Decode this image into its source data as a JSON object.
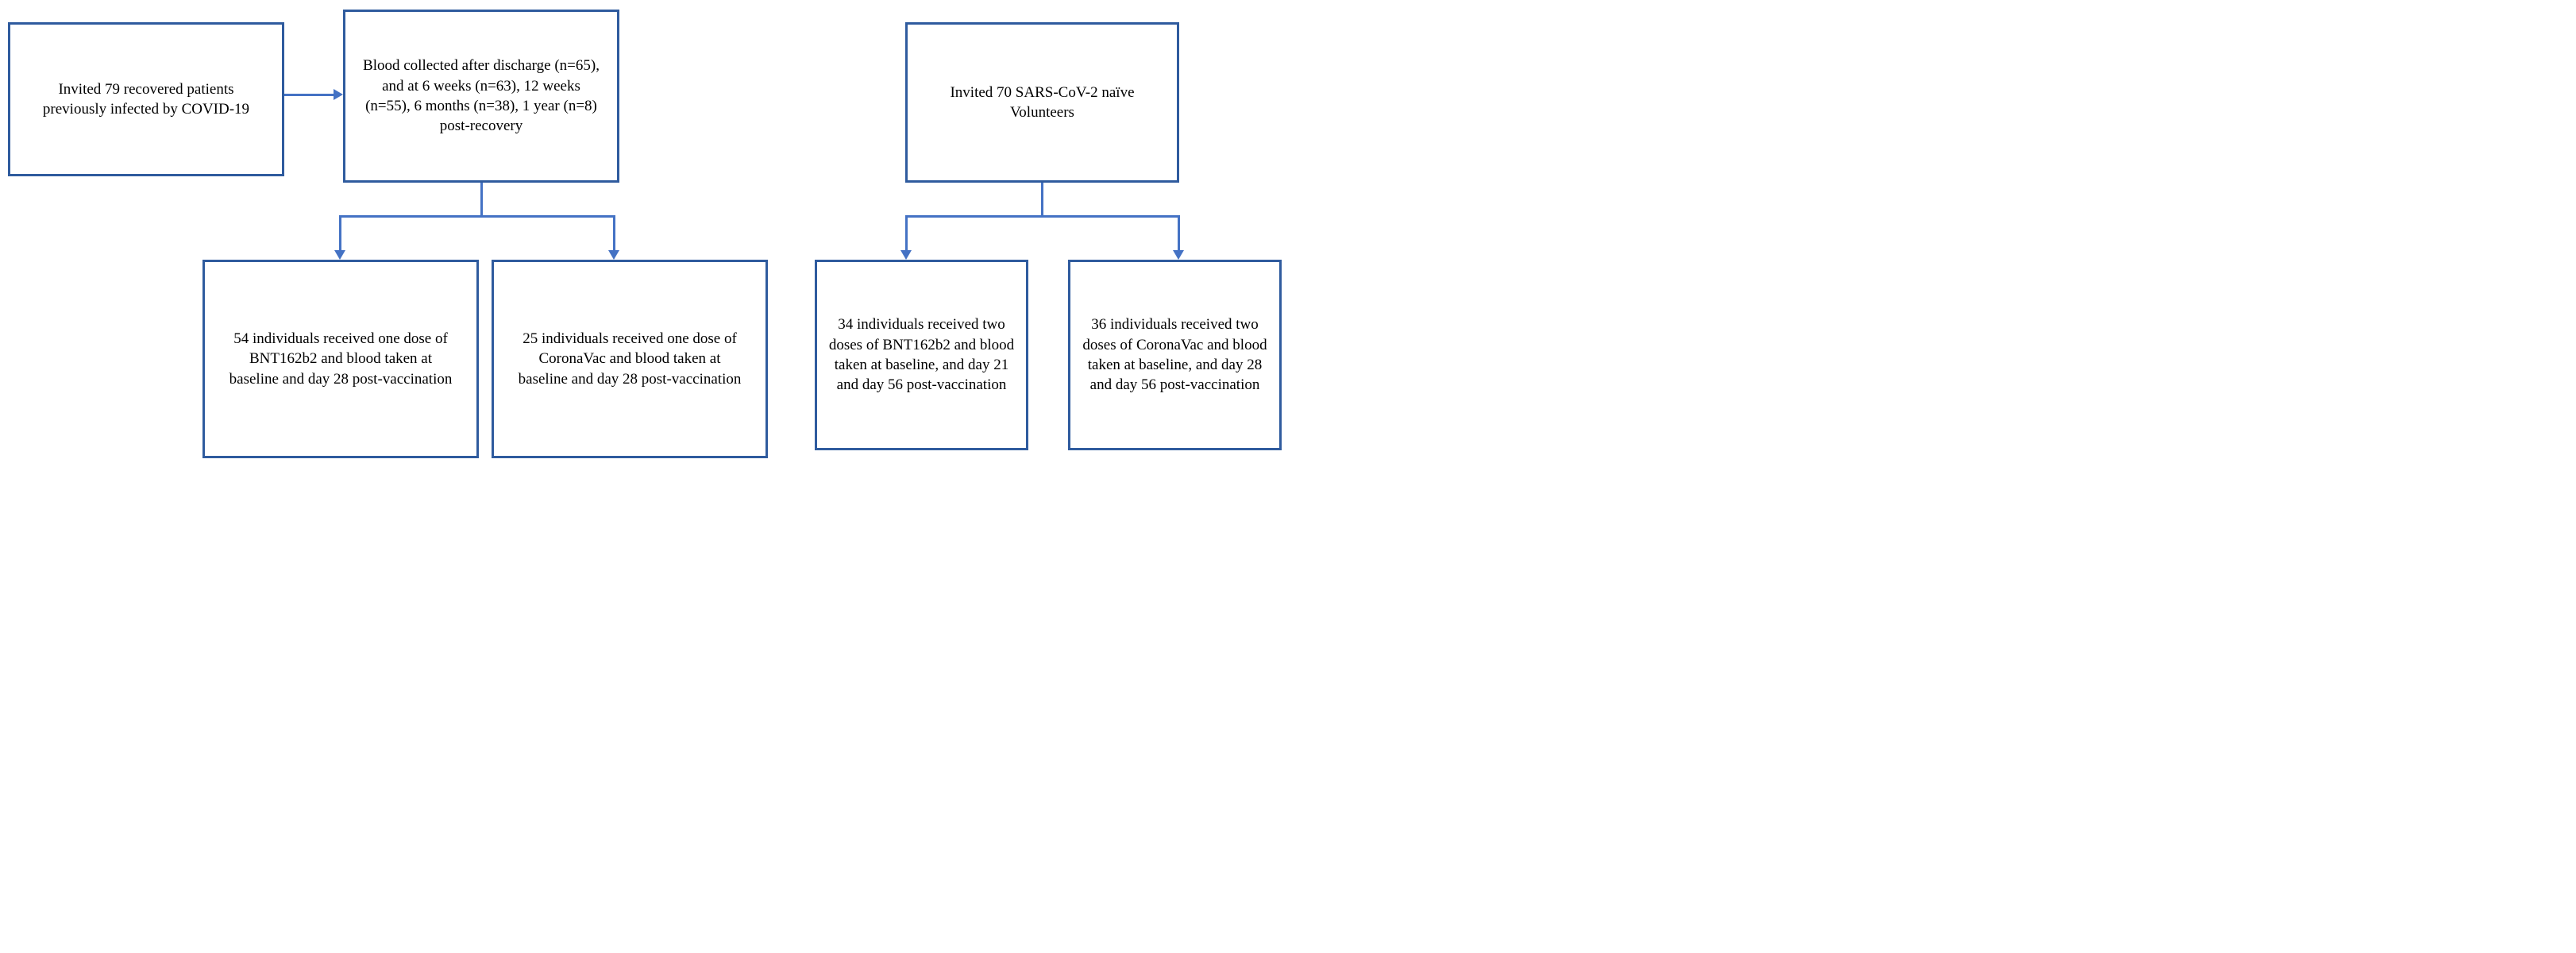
{
  "diagram": {
    "type": "flowchart",
    "colors": {
      "box_border": "#2f5b9e",
      "connector": "#4472c4",
      "text": "#000000",
      "background": "#ffffff"
    },
    "boxes": [
      {
        "id": "invited-recovered",
        "text": "Invited 79 recovered patients previously infected by COVID-19"
      },
      {
        "id": "blood-collected",
        "text": "Blood collected after discharge (n=65), and at 6 weeks (n=63), 12 weeks (n=55), 6 months (n=38), 1 year (n=8) post-recovery"
      },
      {
        "id": "invited-naive",
        "text": "Invited 70 SARS-CoV-2 naïve Volunteers"
      },
      {
        "id": "bnt-one-dose",
        "text": "54 individuals received one dose of BNT162b2 and blood taken at baseline and  day 28 post-vaccination"
      },
      {
        "id": "coronavac-one-dose",
        "text": "25 individuals received one dose of CoronaVac and blood taken at baseline and  day 28 post-vaccination"
      },
      {
        "id": "bnt-two-doses",
        "text": "34 individuals received two doses of BNT162b2 and blood taken at baseline, and day 21 and day 56 post-vaccination"
      },
      {
        "id": "coronavac-two-doses",
        "text": "36 individuals received two doses of CoronaVac and blood taken at baseline, and day 28 and day 56 post-vaccination"
      }
    ],
    "edges": [
      {
        "from": "invited-recovered",
        "to": "blood-collected"
      },
      {
        "from": "blood-collected",
        "to": "bnt-one-dose"
      },
      {
        "from": "blood-collected",
        "to": "coronavac-one-dose"
      },
      {
        "from": "invited-naive",
        "to": "bnt-two-doses"
      },
      {
        "from": "invited-naive",
        "to": "coronavac-two-doses"
      }
    ]
  }
}
